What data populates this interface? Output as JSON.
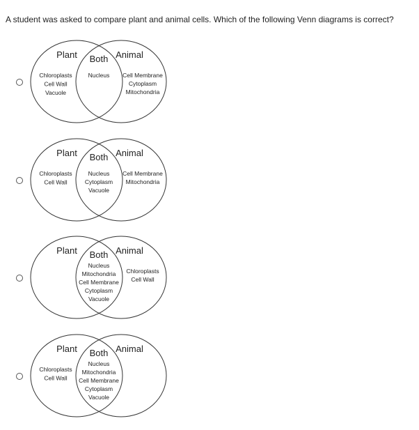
{
  "question": "A student was asked to compare plant and animal cells.  Which of the following Venn diagrams is correct?",
  "options": [
    {
      "plant_label": "Plant",
      "both_label": "Both",
      "animal_label": "Animal",
      "plant_items": [
        "Chloroplasts",
        "Cell Wall",
        "Vacuole"
      ],
      "both_items": [
        "Nucleus"
      ],
      "animal_items": [
        "Cell Membrane",
        "Cytoplasm",
        "Mitochondria"
      ]
    },
    {
      "plant_label": "Plant",
      "both_label": "Both",
      "animal_label": "Animal",
      "plant_items": [
        "Chloroplasts",
        "Cell Wall"
      ],
      "both_items": [
        "Nucleus",
        "Cytoplasm",
        "Vacuole"
      ],
      "animal_items": [
        "Cell Membrane",
        "Mitochondria"
      ]
    },
    {
      "plant_label": "Plant",
      "both_label": "Both",
      "animal_label": "Animal",
      "plant_items": [],
      "both_items": [
        "Nucleus",
        "Mitochondria",
        "Cell Membrane",
        "Cytoplasm",
        "Vacuole"
      ],
      "animal_items": [
        "Chloroplasts",
        "Cell Wall"
      ]
    },
    {
      "plant_label": "Plant",
      "both_label": "Both",
      "animal_label": "Animal",
      "plant_items": [
        "Chloroplasts",
        "Cell Wall"
      ],
      "both_items": [
        "Nucleus",
        "Mitochondria",
        "Cell Membrane",
        "Cytoplasm",
        "Vacuole"
      ],
      "animal_items": []
    }
  ]
}
